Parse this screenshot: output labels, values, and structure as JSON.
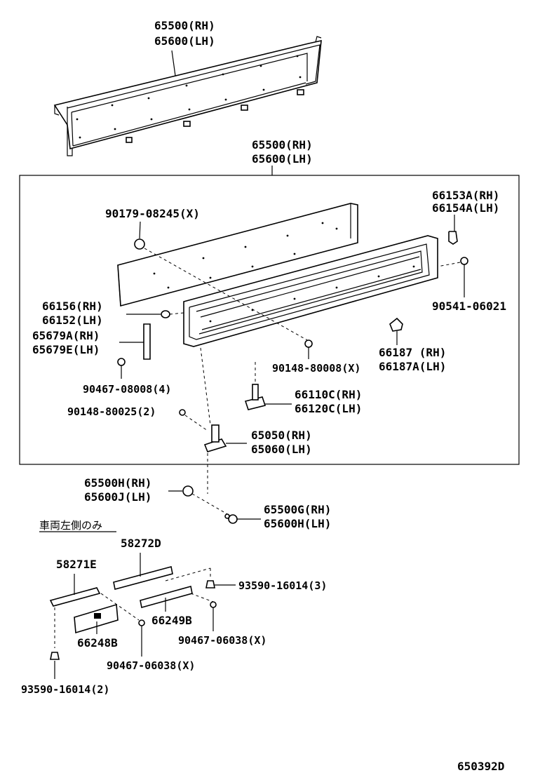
{
  "labels": {
    "top_tailgate_rh": "65500(RH)",
    "top_tailgate_lh": "65600(LH)",
    "box_tailgate_rh": "65500(RH)",
    "box_tailgate_lh": "65600(LH)",
    "plug": "90179-08245(X)",
    "protector_rh": "66153A(RH)",
    "protector_lh": "66154A(LH)",
    "screw_right": "90541-06021",
    "bumper_rh": "66156(RH)",
    "bumper_lh": "66152(LH)",
    "plate_rh": "65679A(RH)",
    "plate_lh": "65679E(LH)",
    "screw_plate": "90467-08008(4)",
    "bolt_center": "90148-80008(X)",
    "stopper_rh": "66187  (RH)",
    "stopper_lh": "66187A(LH)",
    "hinge_inner_rh": "66110C(RH)",
    "hinge_inner_lh": "66120C(LH)",
    "bolt_hinge": "90148-80025(2)",
    "hinge_rh": "65050(RH)",
    "hinge_lh": "65060(LH)",
    "cushion_rh": "65500H(RH)",
    "cushion_lh": "65600J(LH)",
    "bolt_cushion_rh": "65500G(RH)",
    "bolt_cushion_lh": "65600H(LH)",
    "note_left_side": "車両左側のみ",
    "bracket_d": "58272D",
    "bracket_e": "58271E",
    "bolt_3": "93590-16014(3)",
    "pad_b": "66249B",
    "clip_x": "90467-06038(X)",
    "pad_248b": "66248B",
    "clip_x2": "90467-06038(X)",
    "bolt_2": "93590-16014(2)",
    "diagram_code": "650392D"
  }
}
